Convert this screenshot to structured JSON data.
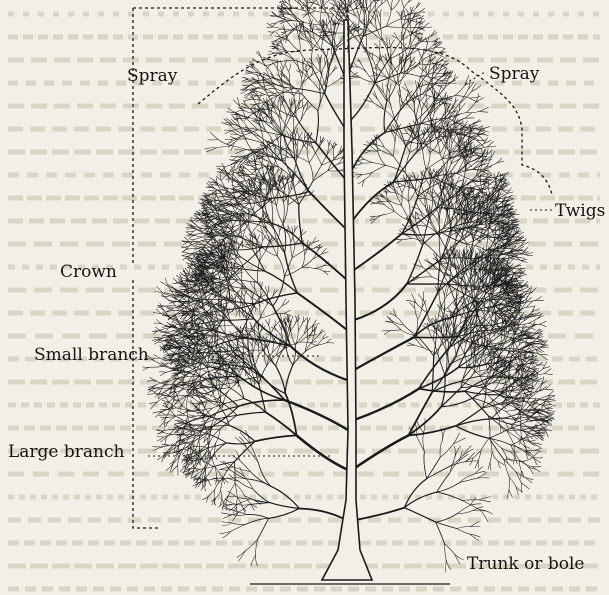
{
  "labels": {
    "spray_left": "Spray",
    "spray_right": "Spray",
    "twigs": "Twigs",
    "crown": "Crown",
    "small_branch": "Small branch",
    "large_branch": "Large branch",
    "trunk": "Trunk or bole"
  },
  "colors": {
    "paper": "#f2efe6",
    "ink": "#1a1a1a"
  }
}
